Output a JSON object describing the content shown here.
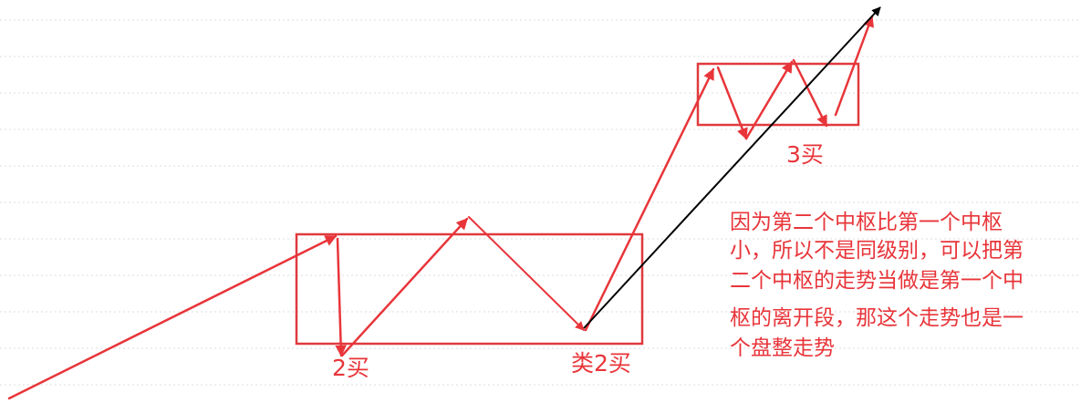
{
  "colors": {
    "red": "#e8353a",
    "box": "#e03a3e",
    "black": "#000000",
    "grid": "#dcdcdc"
  },
  "labels": {
    "buy2": "2买",
    "like_buy2": "类2买",
    "buy3": "3买"
  },
  "note": {
    "lines": [
      "因为第二个中枢比第一个中枢",
      "小，所以不是同级别，可以把第",
      "二个中枢的走势当做是第一个中",
      "枢的离开段，那这个走势也是一",
      "个盘整走势"
    ]
  }
}
